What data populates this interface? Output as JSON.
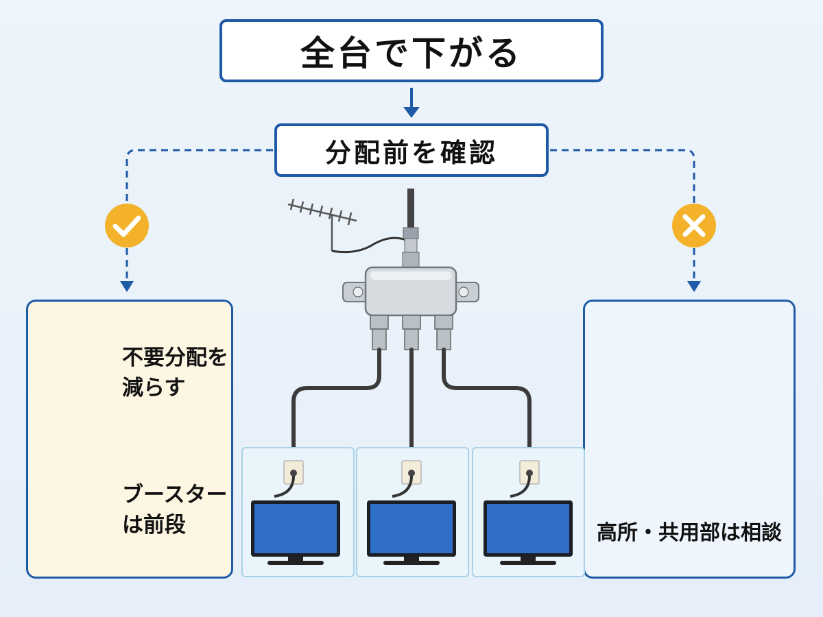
{
  "title": "全台で下がる",
  "check": "分配前を確認",
  "left": {
    "item1_line1": "不要分配を",
    "item1_line2": "減らす",
    "item2_line1": "ブースター",
    "item2_line2": "は前段"
  },
  "right": {
    "label": "高所・共用部は相談"
  },
  "icons": {
    "ok": "check-icon",
    "ng": "cross-icon"
  },
  "colors": {
    "border": "#1f5aa6",
    "badge": "#f3b22a",
    "left_panel": "#fdf6e3",
    "right_panel": "#eef5fc"
  }
}
